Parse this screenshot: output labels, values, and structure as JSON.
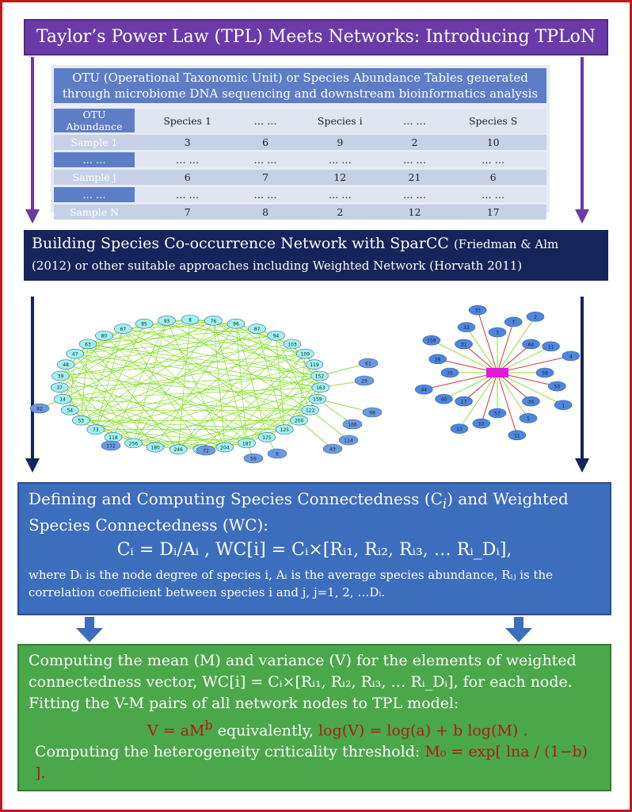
{
  "title": "Taylor’s Power Law (TPL) Meets Networks: Introducing TPLoN",
  "otu": {
    "caption": "OTU (Operational Taxonomic Unit) or Species Abundance Tables generated through microbiome DNA sequencing and downstream bioinformatics analysis",
    "header": [
      "OTU Abundance",
      "Species 1",
      "… …",
      "Species i",
      "… …",
      "Species S"
    ],
    "rows": [
      {
        "label": "Sample 1",
        "cells": [
          "3",
          "6",
          "9",
          "2",
          "10"
        ]
      },
      {
        "label": "… …",
        "cells": [
          "… …",
          "… …",
          "… …",
          "… …",
          "… …"
        ]
      },
      {
        "label": "Sample j",
        "cells": [
          "6",
          "7",
          "12",
          "21",
          "6"
        ]
      },
      {
        "label": "… …",
        "cells": [
          "… …",
          "… …",
          "… …",
          "… …",
          "… …"
        ]
      },
      {
        "label": "Sample N",
        "cells": [
          "7",
          "8",
          "2",
          "12",
          "17"
        ]
      }
    ]
  },
  "build": {
    "main": "Building Species Co-occurrence Network with SparCC",
    "cite1": "(Friedman & Alm",
    "line2": "(2012) or other suitable approaches including Weighted Network (Horvath 2011)"
  },
  "network": {
    "left_ring": [
      "8",
      "76",
      "96",
      "87",
      "94",
      "103",
      "109",
      "119",
      "152",
      "163",
      "159",
      "122",
      "200",
      "125",
      "175",
      "187",
      "204",
      "216",
      "246",
      "180",
      "256",
      "118",
      "73",
      "53",
      "54",
      "14",
      "37",
      "39",
      "48",
      "47",
      "63",
      "80",
      "67",
      "85",
      "93"
    ],
    "left_extra": [
      "82",
      "172",
      "72",
      "59",
      "6",
      "43",
      "61",
      "29",
      "68",
      "106",
      "114"
    ],
    "right_nodes": [
      "58",
      "50",
      "1",
      "34",
      "5",
      "11",
      "57",
      "10",
      "13",
      "17",
      "40",
      "44",
      "35",
      "28",
      "158",
      "31",
      "32",
      "33",
      "3",
      "7",
      "2",
      "64",
      "11b",
      "4"
    ]
  },
  "connectedness": {
    "heading": "Defining and Computing Species Connectedness (C",
    "heading_tail": ") and Weighted Species Connectedness (WC):",
    "formula": "Cᵢ = Dᵢ/Aᵢ ,  WC[i] = Cᵢ×[Rᵢ₁, Rᵢ₂, Rᵢ₃, … Rᵢ_Dᵢ],",
    "desc": "where Dᵢ is the node degree of species i, Aᵢ is the average species abundance, Rᵢⱼ is the correlation coefficient between species i and j,  j=1, 2, …Dᵢ."
  },
  "fit": {
    "line1": "Computing the mean (M) and variance (V) for the elements of weighted",
    "line2": "connectedness vector, WC[i] = Cᵢ×[Rᵢ₁, Rᵢ₂, Rᵢ₃, … Rᵢ_Dᵢ], for each node.",
    "line3": "Fitting the V-M pairs of all network nodes to TPL model:",
    "line4a": "V = aM",
    "line4b": "b",
    "line4c": "equivalently,",
    "line4d": "log(V) = log(a) + b log(M) .",
    "line5a": "Computing the heterogeneity criticality threshold:",
    "line5b": "M₀ = exp[ lna / (1−b) ]."
  },
  "colors": {
    "title": "#6b3aa8",
    "build": "#15245a",
    "conn": "#3d6dbd",
    "fit": "#4aa84a",
    "frame": "#c21a1a"
  }
}
